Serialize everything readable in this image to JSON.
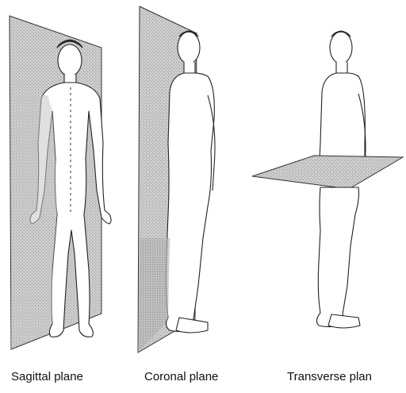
{
  "figure": {
    "captions": {
      "sagittal": "Sagittal plane",
      "coronal": "Coronal plane",
      "transverse": "Transverse plan"
    }
  }
}
